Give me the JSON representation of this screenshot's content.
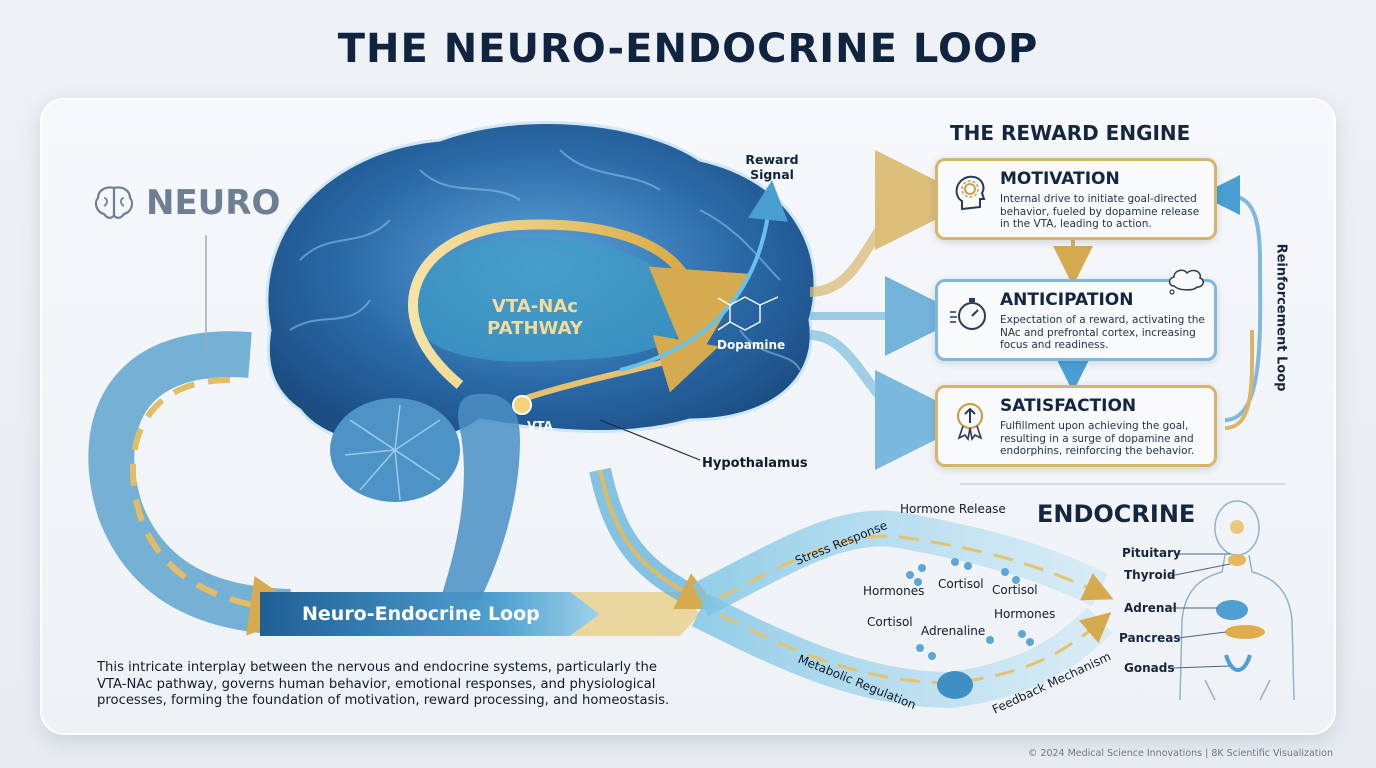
{
  "title": "THE NEURO-ENDOCRINE LOOP",
  "neuro_label": "NEURO",
  "brain": {
    "pathway_label_line1": "VTA-NAc",
    "pathway_label_line2": "PATHWAY",
    "vta_label": "VTA",
    "hypothalamus_label": "Hypothalamus",
    "reward_signal_line1": "Reward",
    "reward_signal_line2": "Signal",
    "dopamine_label": "Dopamine"
  },
  "reward_engine": {
    "title": "THE REWARD ENGINE",
    "loop_label": "Reinforcement Loop",
    "cards": [
      {
        "title": "MOTIVATION",
        "desc": "Internal drive to initiate goal-directed behavior, fueled by dopamine release in the VTA, leading to action.",
        "icon": "head-gear-icon"
      },
      {
        "title": "ANTICIPATION",
        "desc": "Expectation of a reward, activating the NAc and prefrontal cortex, increasing focus and readiness.",
        "icon": "stopwatch-icon"
      },
      {
        "title": "SATISFACTION",
        "desc": "Fulfillment upon achieving the goal, resulting in a surge of dopamine and endorphins, reinforcing the behavior.",
        "icon": "award-ribbon-icon"
      }
    ]
  },
  "endocrine": {
    "title": "ENDOCRINE",
    "flow_labels": {
      "stress_response": "Stress Response",
      "hormone_release": "Hormone Release",
      "metabolic_regulation": "Metabolic Regulation",
      "feedback_mechanism": "Feedback Mechanism"
    },
    "molecule_labels": [
      "Hormones",
      "Cortisol",
      "Cortisol",
      "Cortisol",
      "Adrenaline",
      "Hormones"
    ],
    "glands": [
      "Pituitary",
      "Thyroid",
      "Adrenal",
      "Pancreas",
      "Gonads"
    ]
  },
  "loop_banner": "Neuro-Endocrine Loop",
  "body_text": "This intricate interplay between the nervous and endocrine systems, particularly the VTA-NAc pathway, governs human behavior, emotional responses, and physiological processes, forming the foundation of motivation, reward processing, and homeostasis.",
  "footer": "© 2024 Medical Science Innovations | 8K Scientific Visualization",
  "colors": {
    "gold": "#e0b961",
    "blue": "#4fa3d6",
    "brain": "#2f76b5",
    "navy": "#10243f"
  }
}
